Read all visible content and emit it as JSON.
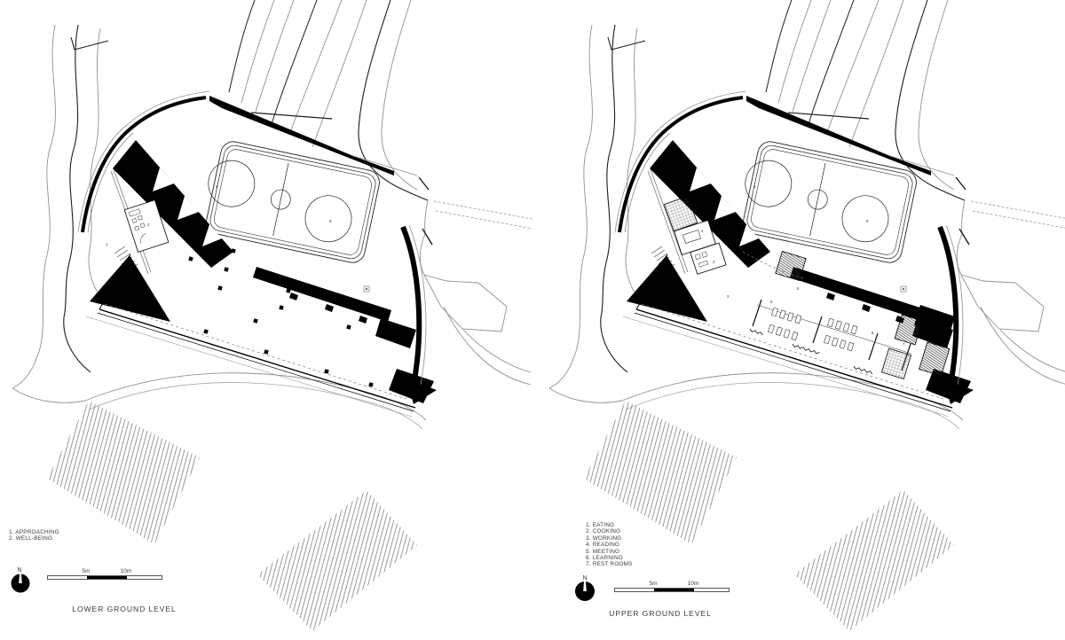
{
  "page": {
    "background": "#ffffff",
    "drawing_type": "architectural site plans"
  },
  "colors": {
    "ink": "#000000",
    "contour": "#919191",
    "dark_line": "#1c1c1c",
    "label": "#3c3c3c"
  },
  "plans": [
    {
      "id": "lower",
      "title": "LOWER GROUND LEVEL",
      "north_label": "N",
      "scale": {
        "mid_label": "5m",
        "end_label": "10m"
      },
      "legend": [
        "1. APPROACHING",
        "2. WELL-BEING"
      ],
      "plan_labels": [
        "1",
        "2",
        "6",
        "9"
      ]
    },
    {
      "id": "upper",
      "title": "UPPER GROUND LEVEL",
      "north_label": "N",
      "scale": {
        "mid_label": "5m",
        "end_label": "10m"
      },
      "legend": [
        "1. EATING",
        "2. COOKING",
        "3. WORKING",
        "4. READING",
        "5. MEETING",
        "6. LEARNING",
        "7. REST ROOMS"
      ],
      "plan_labels": [
        "1",
        "2",
        "4",
        "3",
        "5",
        "6",
        "6",
        "7",
        "6",
        "9"
      ]
    }
  ]
}
